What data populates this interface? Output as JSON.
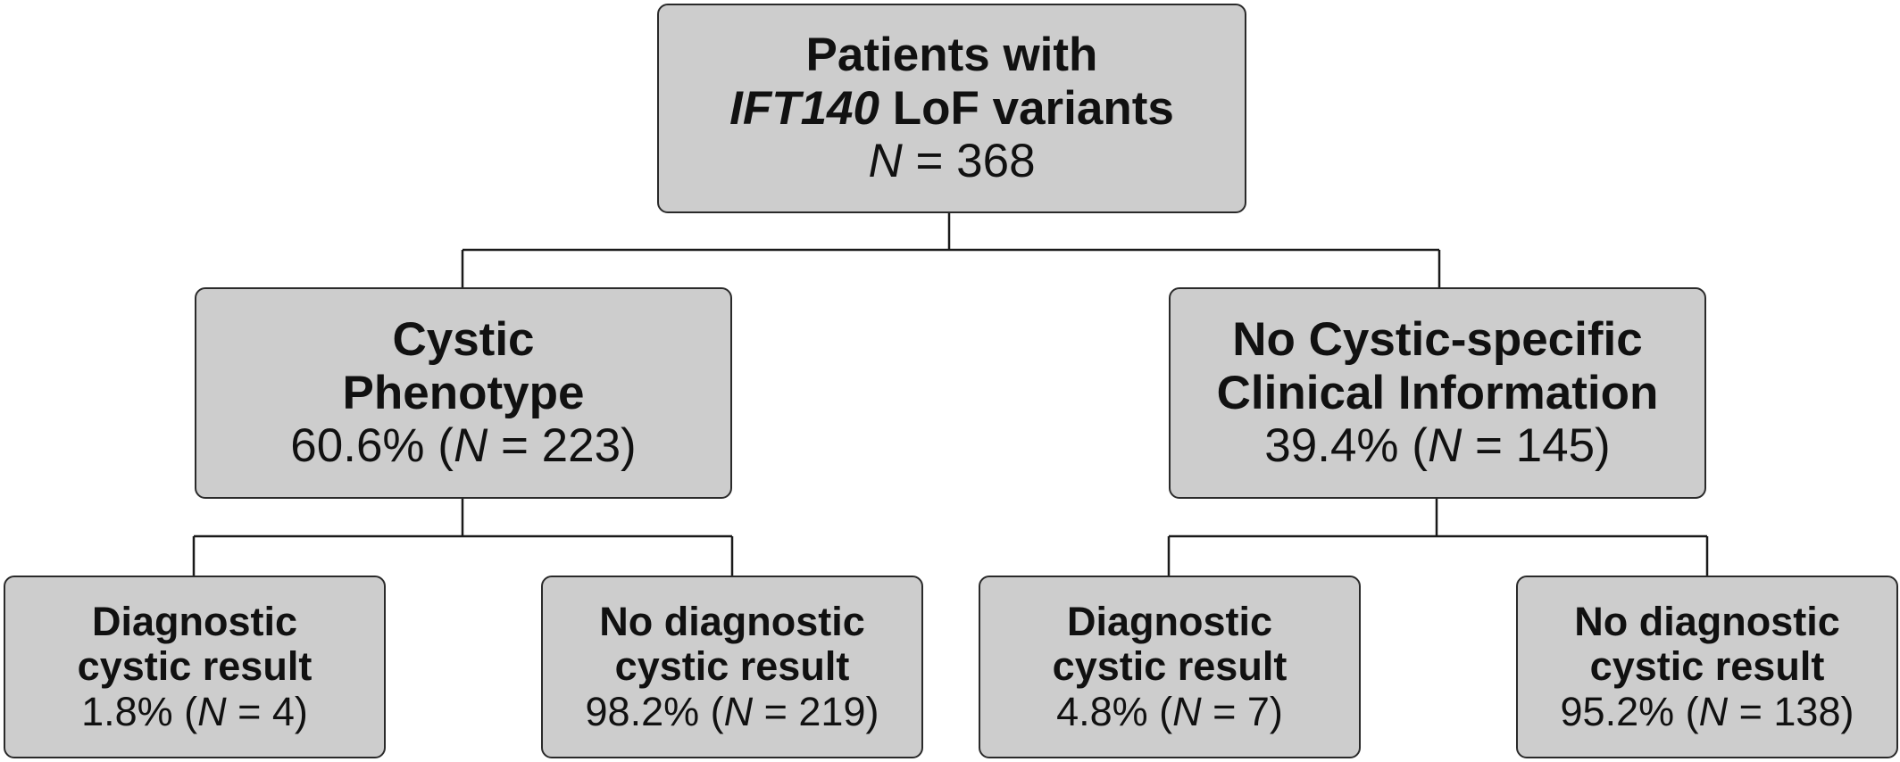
{
  "root": {
    "line1": "Patients with",
    "line2_gene": "IFT140",
    "line2_rest": " LoF variants",
    "stat_n": "N",
    "stat_value": " = 368"
  },
  "cystic": {
    "line1": "Cystic",
    "line2": "Phenotype",
    "stat_pct": "60.6% (",
    "stat_n": "N",
    "stat_value": " = 223)"
  },
  "no_cystic": {
    "line1": "No Cystic-specific",
    "line2": "Clinical Information",
    "stat_pct": "39.4% (",
    "stat_n": "N",
    "stat_value": " = 145)"
  },
  "leaves": [
    {
      "line1": "Diagnostic",
      "line2": "cystic result",
      "stat_pct": "1.8% (",
      "stat_n": "N",
      "stat_value": " = 4)"
    },
    {
      "line1": "No diagnostic",
      "line2": "cystic result",
      "stat_pct": "98.2% (",
      "stat_n": "N",
      "stat_value": " = 219)"
    },
    {
      "line1": "Diagnostic",
      "line2": "cystic result",
      "stat_pct": "4.8% (",
      "stat_n": "N",
      "stat_value": " = 7)"
    },
    {
      "line1": "No diagnostic",
      "line2": "cystic result",
      "stat_pct": "95.2% (",
      "stat_n": "N",
      "stat_value": " = 138)"
    }
  ],
  "colors": {
    "box_fill": "#cdcdcd",
    "box_border": "#2a2a2a",
    "connector": "#1a1a1a",
    "text": "#111111",
    "background": "#ffffff"
  }
}
